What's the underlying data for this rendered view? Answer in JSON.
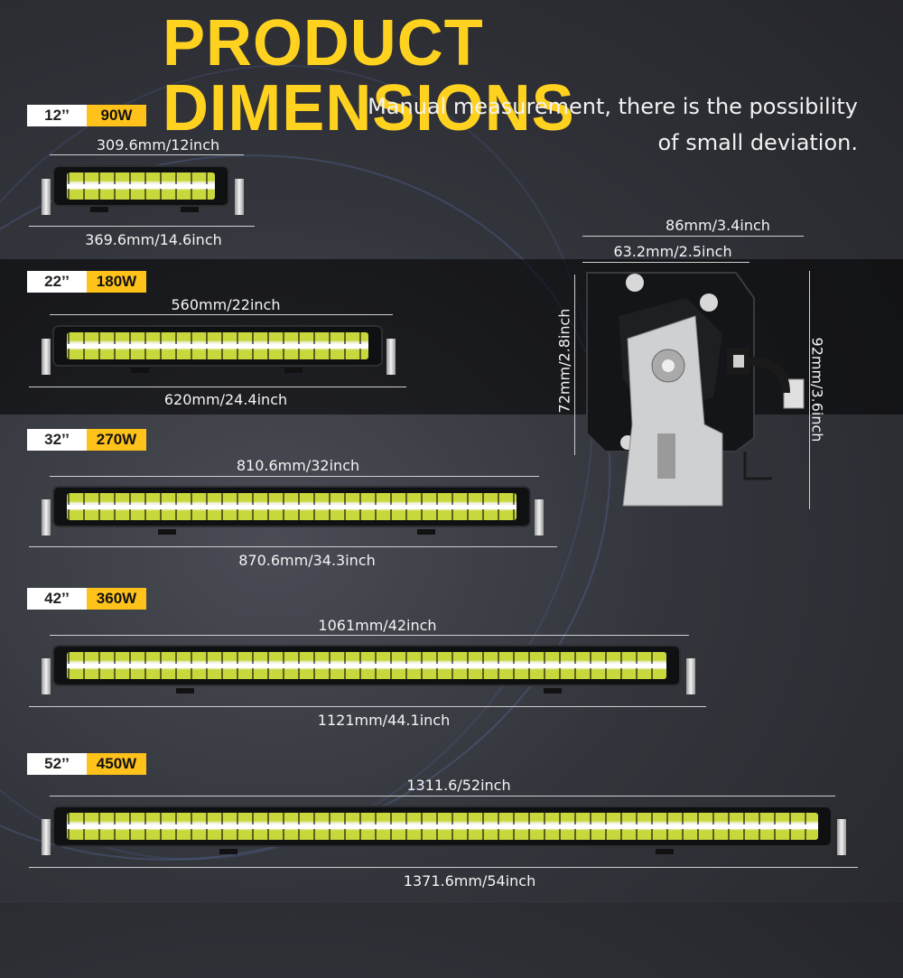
{
  "title": "PRODUCT DIMENSIONS",
  "subtitle": {
    "line1": "Manual measurement, there is the possibility",
    "line2": "of small deviation."
  },
  "colors": {
    "accent": "#ffd21f",
    "watt_badge": "#ffc21a",
    "background": "#2f3036"
  },
  "products": [
    {
      "size": "12’’",
      "watt": "90W",
      "inner": "309.6mm/12inch",
      "outer": "369.6mm/14.6inch"
    },
    {
      "size": "22’’",
      "watt": "180W",
      "inner": "560mm/22inch",
      "outer": "620mm/24.4inch"
    },
    {
      "size": "32’’",
      "watt": "270W",
      "inner": "810.6mm/32inch",
      "outer": "870.6mm/34.3inch"
    },
    {
      "size": "42’’",
      "watt": "360W",
      "inner": "1061mm/42inch",
      "outer": "1121mm/44.1inch"
    },
    {
      "size": "52’’",
      "watt": "450W",
      "inner": "1311.6/52inch",
      "outer": "1371.6mm/54inch"
    }
  ],
  "side_view": {
    "depth_total": "86mm/3.4inch",
    "depth_body": "63.2mm/2.5inch",
    "height_body": "72mm/2.8inch",
    "height_total": "92mm/3.6inch"
  }
}
